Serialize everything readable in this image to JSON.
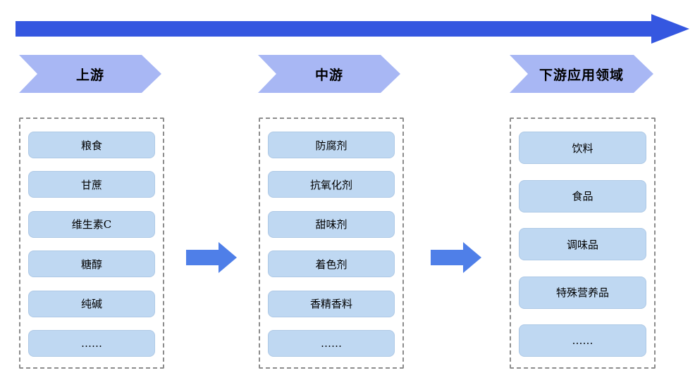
{
  "stages": [
    {
      "label": "上游"
    },
    {
      "label": "中游"
    },
    {
      "label": "下游应用领域"
    }
  ],
  "columns": [
    {
      "stage": "上游",
      "items": [
        "粮食",
        "甘蔗",
        "维生素C",
        "糖醇",
        "纯碱",
        "……"
      ]
    },
    {
      "stage": "中游",
      "items": [
        "防腐剂",
        "抗氧化剂",
        "甜味剂",
        "着色剂",
        "香精香料",
        "……"
      ]
    },
    {
      "stage": "下游应用领域",
      "items": [
        "饮料",
        "食品",
        "调味品",
        "特殊营养品",
        "……"
      ]
    }
  ],
  "colors": {
    "top_arrow": "#3557e0",
    "stage_banner": "#a8b7f4",
    "connector_arrow": "#4f7fe8",
    "item_box": "#bfd8f2",
    "dashed_border": "#8c8c8c",
    "text": "#000000"
  }
}
